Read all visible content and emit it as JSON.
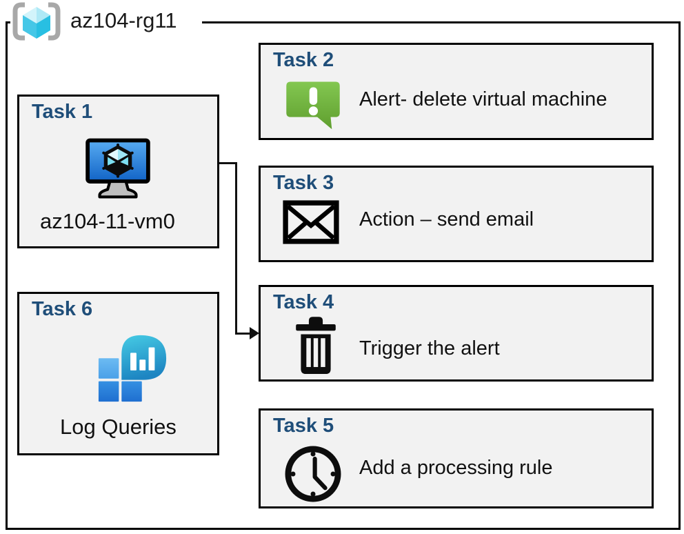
{
  "resource_group": {
    "name": "az104-rg11",
    "icon": "resource-group-icon"
  },
  "tasks": [
    {
      "id": "task-1",
      "title": "Task 1",
      "label": "az104-11-vm0",
      "icon": "virtual-machine-icon"
    },
    {
      "id": "task-2",
      "title": "Task 2",
      "label": "Alert- delete virtual machine",
      "icon": "alert-message-icon"
    },
    {
      "id": "task-3",
      "title": "Task 3",
      "label": "Action – send email",
      "icon": "email-envelope-icon"
    },
    {
      "id": "task-4",
      "title": "Task 4",
      "label": "Trigger the alert",
      "icon": "trash-bin-icon"
    },
    {
      "id": "task-5",
      "title": "Task 5",
      "label": "Add a processing rule",
      "icon": "clock-icon"
    },
    {
      "id": "task-6",
      "title": "Task 6",
      "label": "Log Queries",
      "icon": "log-analytics-icon"
    }
  ],
  "connector": {
    "from": "task-1",
    "to": "task-4",
    "style": "elbow-arrow"
  },
  "colors": {
    "task_title": "#1f4e79",
    "box_fill": "#f2f2f2",
    "box_border": "#000000",
    "alert_green_top": "#83c751",
    "alert_green_bottom": "#5f9e2e",
    "vm_screen_top": "#58acf2",
    "vm_screen_bottom": "#1163c6",
    "log_bubble_top": "#46cbe4",
    "log_bubble_bottom": "#1d85c2",
    "log_square_light": "#6cbbf2",
    "log_square_dark": "#2b82db",
    "rg_bracket_gray": "#a8a8a8",
    "rg_cube_cyan": "#45c7e7"
  }
}
